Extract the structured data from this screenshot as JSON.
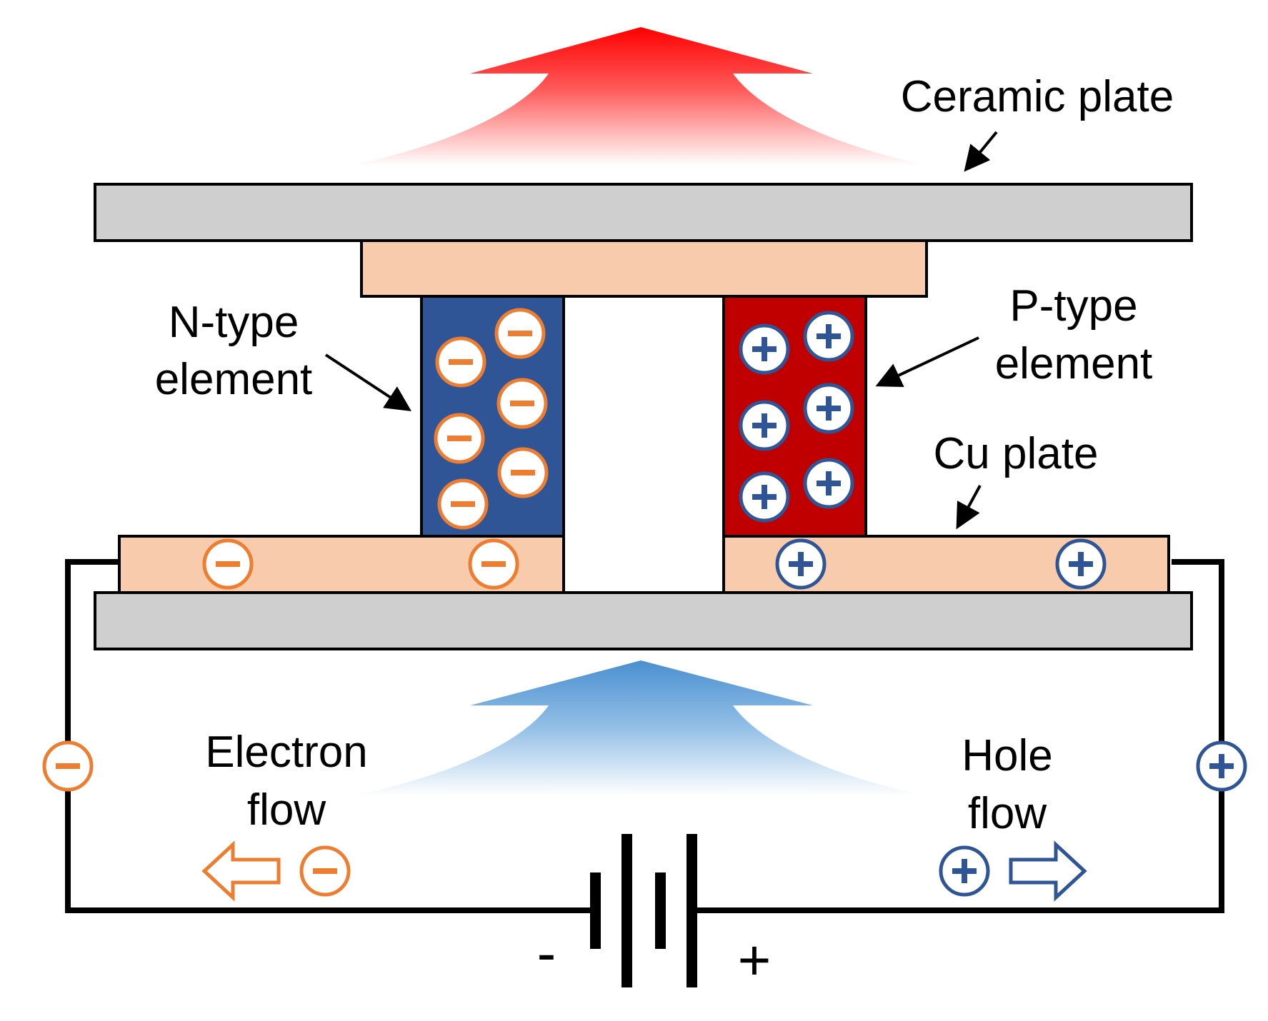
{
  "labels": {
    "ceramic_plate": "Ceramic plate",
    "n_type_line1": "N-type",
    "n_type_line2": "element",
    "p_type_line1": "P-type",
    "p_type_line2": "element",
    "cu_plate": "Cu plate",
    "electron_flow_line1": "Electron",
    "electron_flow_line2": "flow",
    "hole_flow_line1": "Hole",
    "hole_flow_line2": "flow",
    "battery_negative": "-",
    "battery_positive": "+"
  },
  "colors": {
    "ceramic": "#d0cfcf",
    "copper": "#f7cbac",
    "n_type": "#2f5596",
    "p_type": "#c00000",
    "electron": "#ed7d31",
    "hole": "#2f5596",
    "heat_out": "#ff0000",
    "heat_in": "#5b9bd5"
  },
  "icons": {
    "electron": "minus-circle",
    "hole": "plus-circle",
    "electron_direction": "left-arrow-outline",
    "hole_direction": "right-arrow-outline"
  }
}
